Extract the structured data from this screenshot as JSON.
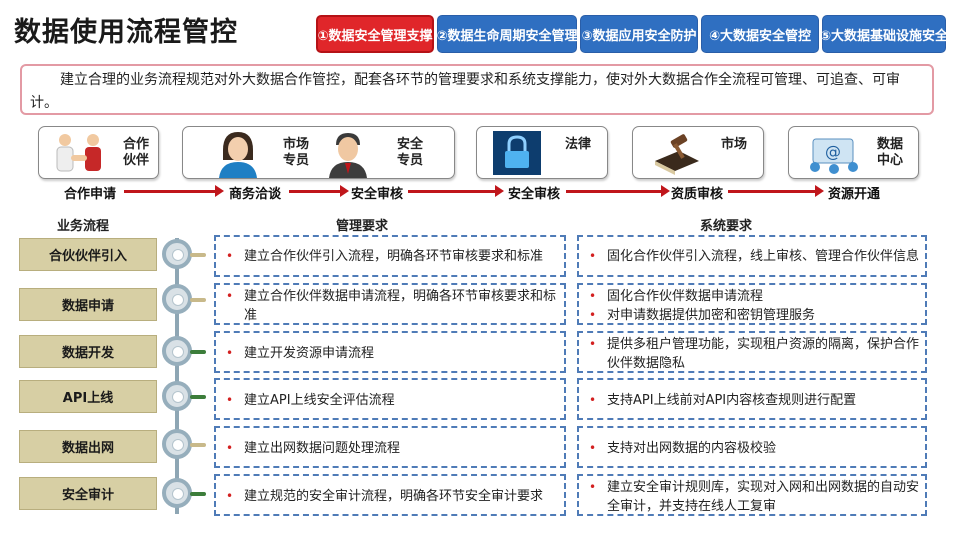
{
  "title": "数据使用流程管控",
  "tabs": [
    {
      "label": "①数据安全管理支撑",
      "active": true
    },
    {
      "label": "②数据生命周期安全管理",
      "active": false
    },
    {
      "label": "③数据应用安全防护",
      "active": false
    },
    {
      "label": "④大数据安全管控",
      "active": false
    },
    {
      "label": "⑤大数据基础设施安全",
      "active": false
    }
  ],
  "intro": "建立合理的业务流程规范对外大数据合作管控，配套各环节的管理要求和系统支撑能力，使对外大数据合作全流程可管理、可追查、可审计。",
  "roles": [
    {
      "label1": "合作",
      "label2": "伙伴",
      "icon": "handshake-icon"
    },
    {
      "label1": "市场",
      "label2": "专员",
      "icon": "woman-avatar-icon"
    },
    {
      "label1": "安全",
      "label2": "专员",
      "icon": "man-avatar-icon"
    },
    {
      "label1": "法律",
      "label2": "",
      "icon": "lock-icon"
    },
    {
      "label1": "市场",
      "label2": "",
      "icon": "book-gavel-icon"
    },
    {
      "label1": "数据",
      "label2": "中心",
      "icon": "email-network-icon"
    }
  ],
  "steps": [
    "合作申请",
    "商务洽谈",
    "安全审核",
    "安全审核",
    "资质审核",
    "资源开通"
  ],
  "headers": {
    "process": "业务流程",
    "management": "管理要求",
    "system": "系统要求"
  },
  "rows": [
    {
      "name": "合伙伙伴引入",
      "management": [
        "建立合作伙伴引入流程，明确各环节审核要求和标准"
      ],
      "system": [
        "固化合作伙伴引入流程，线上审核、管理合作伙伴信息"
      ],
      "tick": "#c8b98a"
    },
    {
      "name": "数据申请",
      "management": [
        "建立合作伙伴数据申请流程，明确各环节审核要求和标准"
      ],
      "system": [
        "固化合作伙伴数据申请流程",
        "对申请数据提供加密和密钥管理服务"
      ],
      "tick": "#c8b98a"
    },
    {
      "name": "数据开发",
      "management": [
        "建立开发资源申请流程"
      ],
      "system": [
        "提供多租户管理功能，实现租户资源的隔离，保护合作伙伴数据隐私"
      ],
      "tick": "#3c7d3a"
    },
    {
      "name": "API上线",
      "management": [
        "建立API上线安全评估流程"
      ],
      "system": [
        "支持API上线前对API内容核查规则进行配置"
      ],
      "tick": "#3c7d3a"
    },
    {
      "name": "数据出网",
      "management": [
        "建立出网数据问题处理流程"
      ],
      "system": [
        "支持对出网数据的内容极校验"
      ],
      "tick": "#c8b98a"
    },
    {
      "name": "安全审计",
      "management": [
        "建立规范的安全审计流程，明确各环节安全审计要求"
      ],
      "system": [
        "建立安全审计规则库，实现对入网和出网数据的自动安全审计，并支持在线人工复审"
      ],
      "tick": "#3c7d3a"
    }
  ],
  "colors": {
    "accent_red": "#e0262a",
    "tab_blue": "#2f6fc1",
    "process_fill": "#d7cfa4",
    "dashed_border": "#4f7bb7",
    "arrow_red": "#c0161b"
  }
}
